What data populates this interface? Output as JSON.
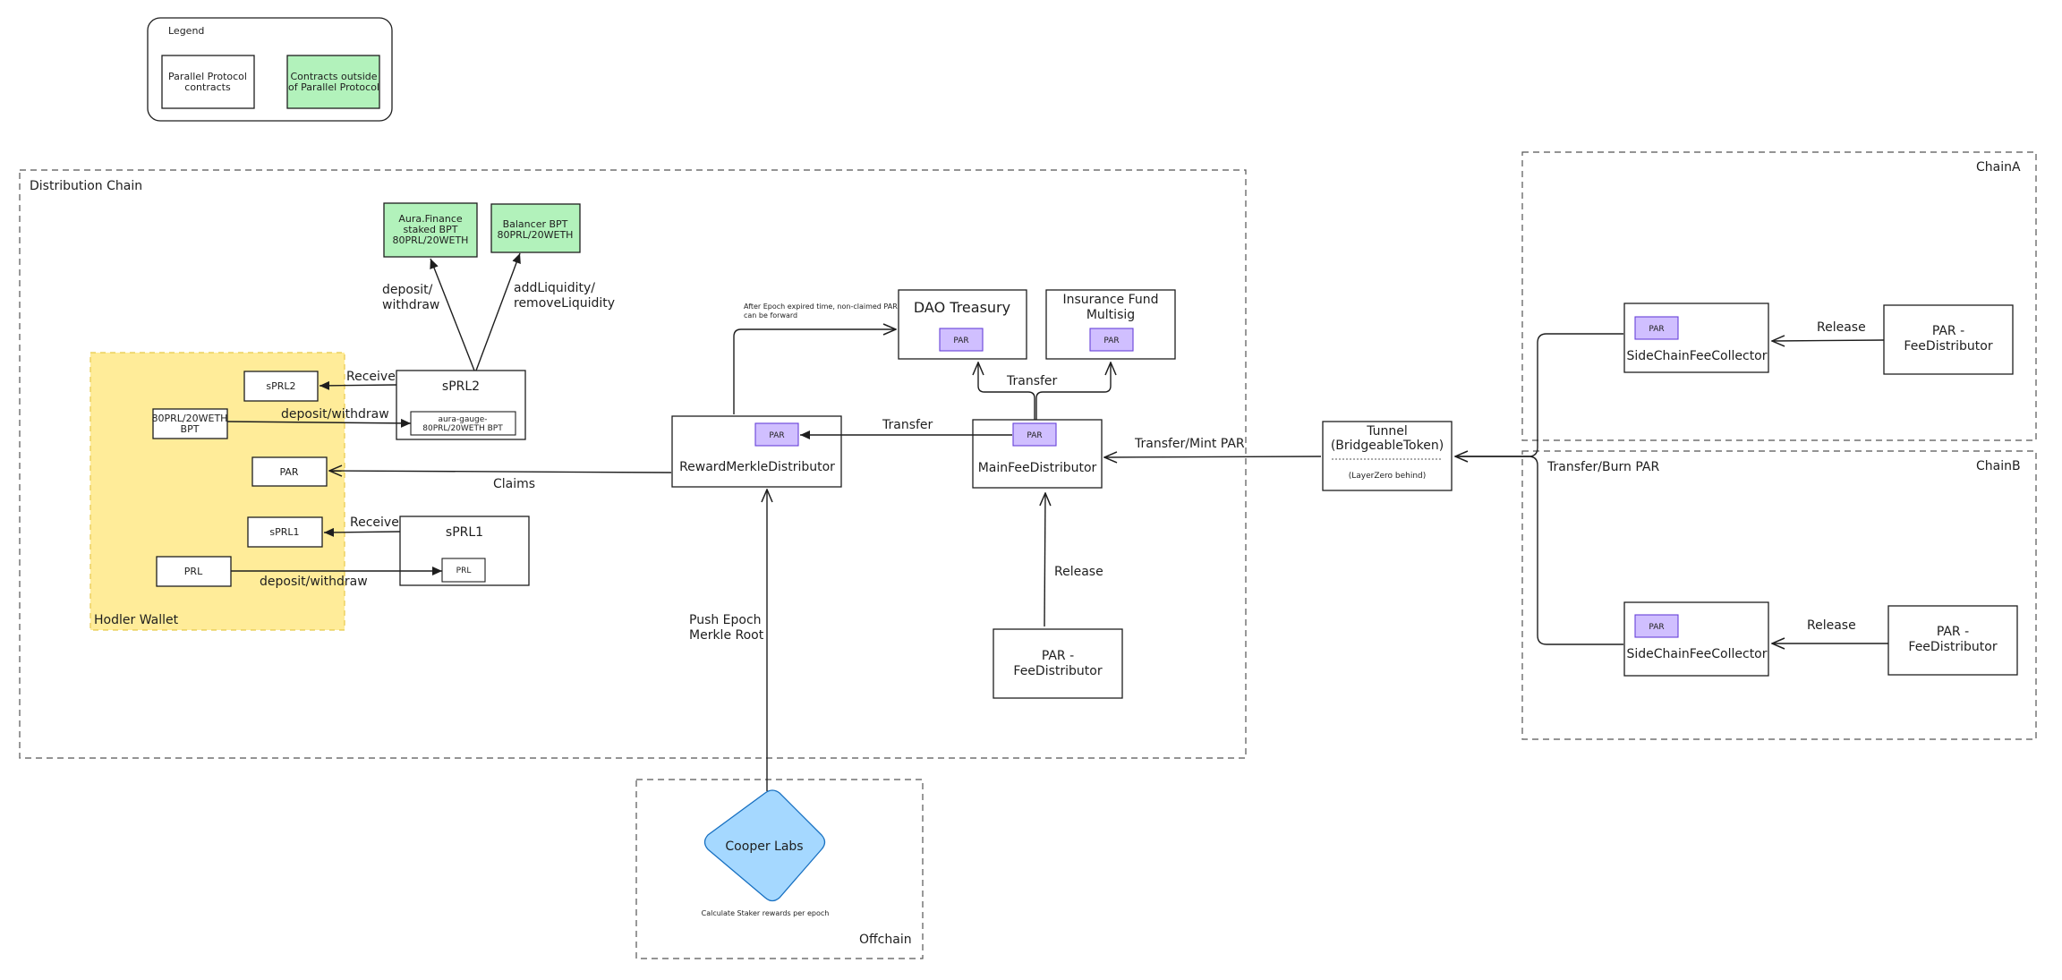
{
  "legend": {
    "title": "Legend",
    "protocol": [
      "Parallel Protocol",
      "contracts"
    ],
    "external": [
      "Contracts outside",
      "of Parallel Protocol"
    ]
  },
  "regions": {
    "distribution_chain": "Distribution Chain",
    "hodler_wallet": "Hodler Wallet",
    "chain_a": "ChainA",
    "chain_b": "ChainB",
    "offchain": "Offchain"
  },
  "nodes": {
    "aura_bpt": [
      "Aura.Finance",
      "staked BPT",
      "80PRL/20WETH"
    ],
    "balancer_bpt": [
      "Balancer BPT",
      "80PRL/20WETH"
    ],
    "sprl2_wallet": "sPRL2",
    "sprl2_contract": "sPRL2",
    "aura_gauge": [
      "aura-gauge-",
      "80PRL/20WETH BPT"
    ],
    "bpt_wallet": [
      "80PRL/20WETH",
      "BPT"
    ],
    "par_wallet": "PAR",
    "sprl1_wallet": "sPRL1",
    "sprl1_contract": "sPRL1",
    "prl_wallet": "PRL",
    "prl_inner": "PRL",
    "reward_distributor": "RewardMerkleDistributor",
    "dao_treasury": "DAO Treasury",
    "insurance_fund": [
      "Insurance Fund",
      "Multisig"
    ],
    "main_fee_distributor": "MainFeeDistributor",
    "par_fee_distributor": [
      "PAR -",
      "FeeDistributor"
    ],
    "tunnel": [
      "Tunnel",
      "(BridgeableToken)"
    ],
    "tunnel_note": "(LayerZero behind)",
    "side_collector_a": "SideChainFeeCollector",
    "side_collector_b": "SideChainFeeCollector",
    "fee_distributor_a": [
      "PAR -",
      "FeeDistributor"
    ],
    "fee_distributor_b": [
      "PAR -",
      "FeeDistributor"
    ],
    "cooper_labs": "Cooper Labs",
    "cooper_note": "Calculate Staker rewards per epoch",
    "par_badge": "PAR"
  },
  "edge_labels": {
    "deposit_withdraw_aura": [
      "deposit/",
      "withdraw"
    ],
    "add_remove_liquidity": [
      "addLiquidity/",
      "removeLiquidity"
    ],
    "receive_sprl2": "Receive",
    "deposit_withdraw_sprl2": "deposit/withdraw",
    "claims": "Claims",
    "receive_sprl1": "Receive",
    "deposit_withdraw_sprl1": "deposit/withdraw",
    "epoch_note": [
      "After Epoch expired time, non-claimed PAR",
      "can be forward"
    ],
    "transfer_reward": "Transfer",
    "transfer_treasury": "Transfer",
    "transfer_mint": "Transfer/Mint PAR",
    "release_main": "Release",
    "push_epoch": [
      "Push Epoch",
      "Merkle Root"
    ],
    "release_a": "Release",
    "release_b": "Release",
    "transfer_burn": "Transfer/Burn PAR"
  },
  "colors": {
    "external_green": "#b2f2bb",
    "wallet_yellow": "#ffec99",
    "par_purple": "#d0bfff",
    "par_border": "#6741d9",
    "cooper_blue": "#a5d8ff",
    "cooper_border": "#1971c2",
    "stroke": "#1e1e1e"
  }
}
